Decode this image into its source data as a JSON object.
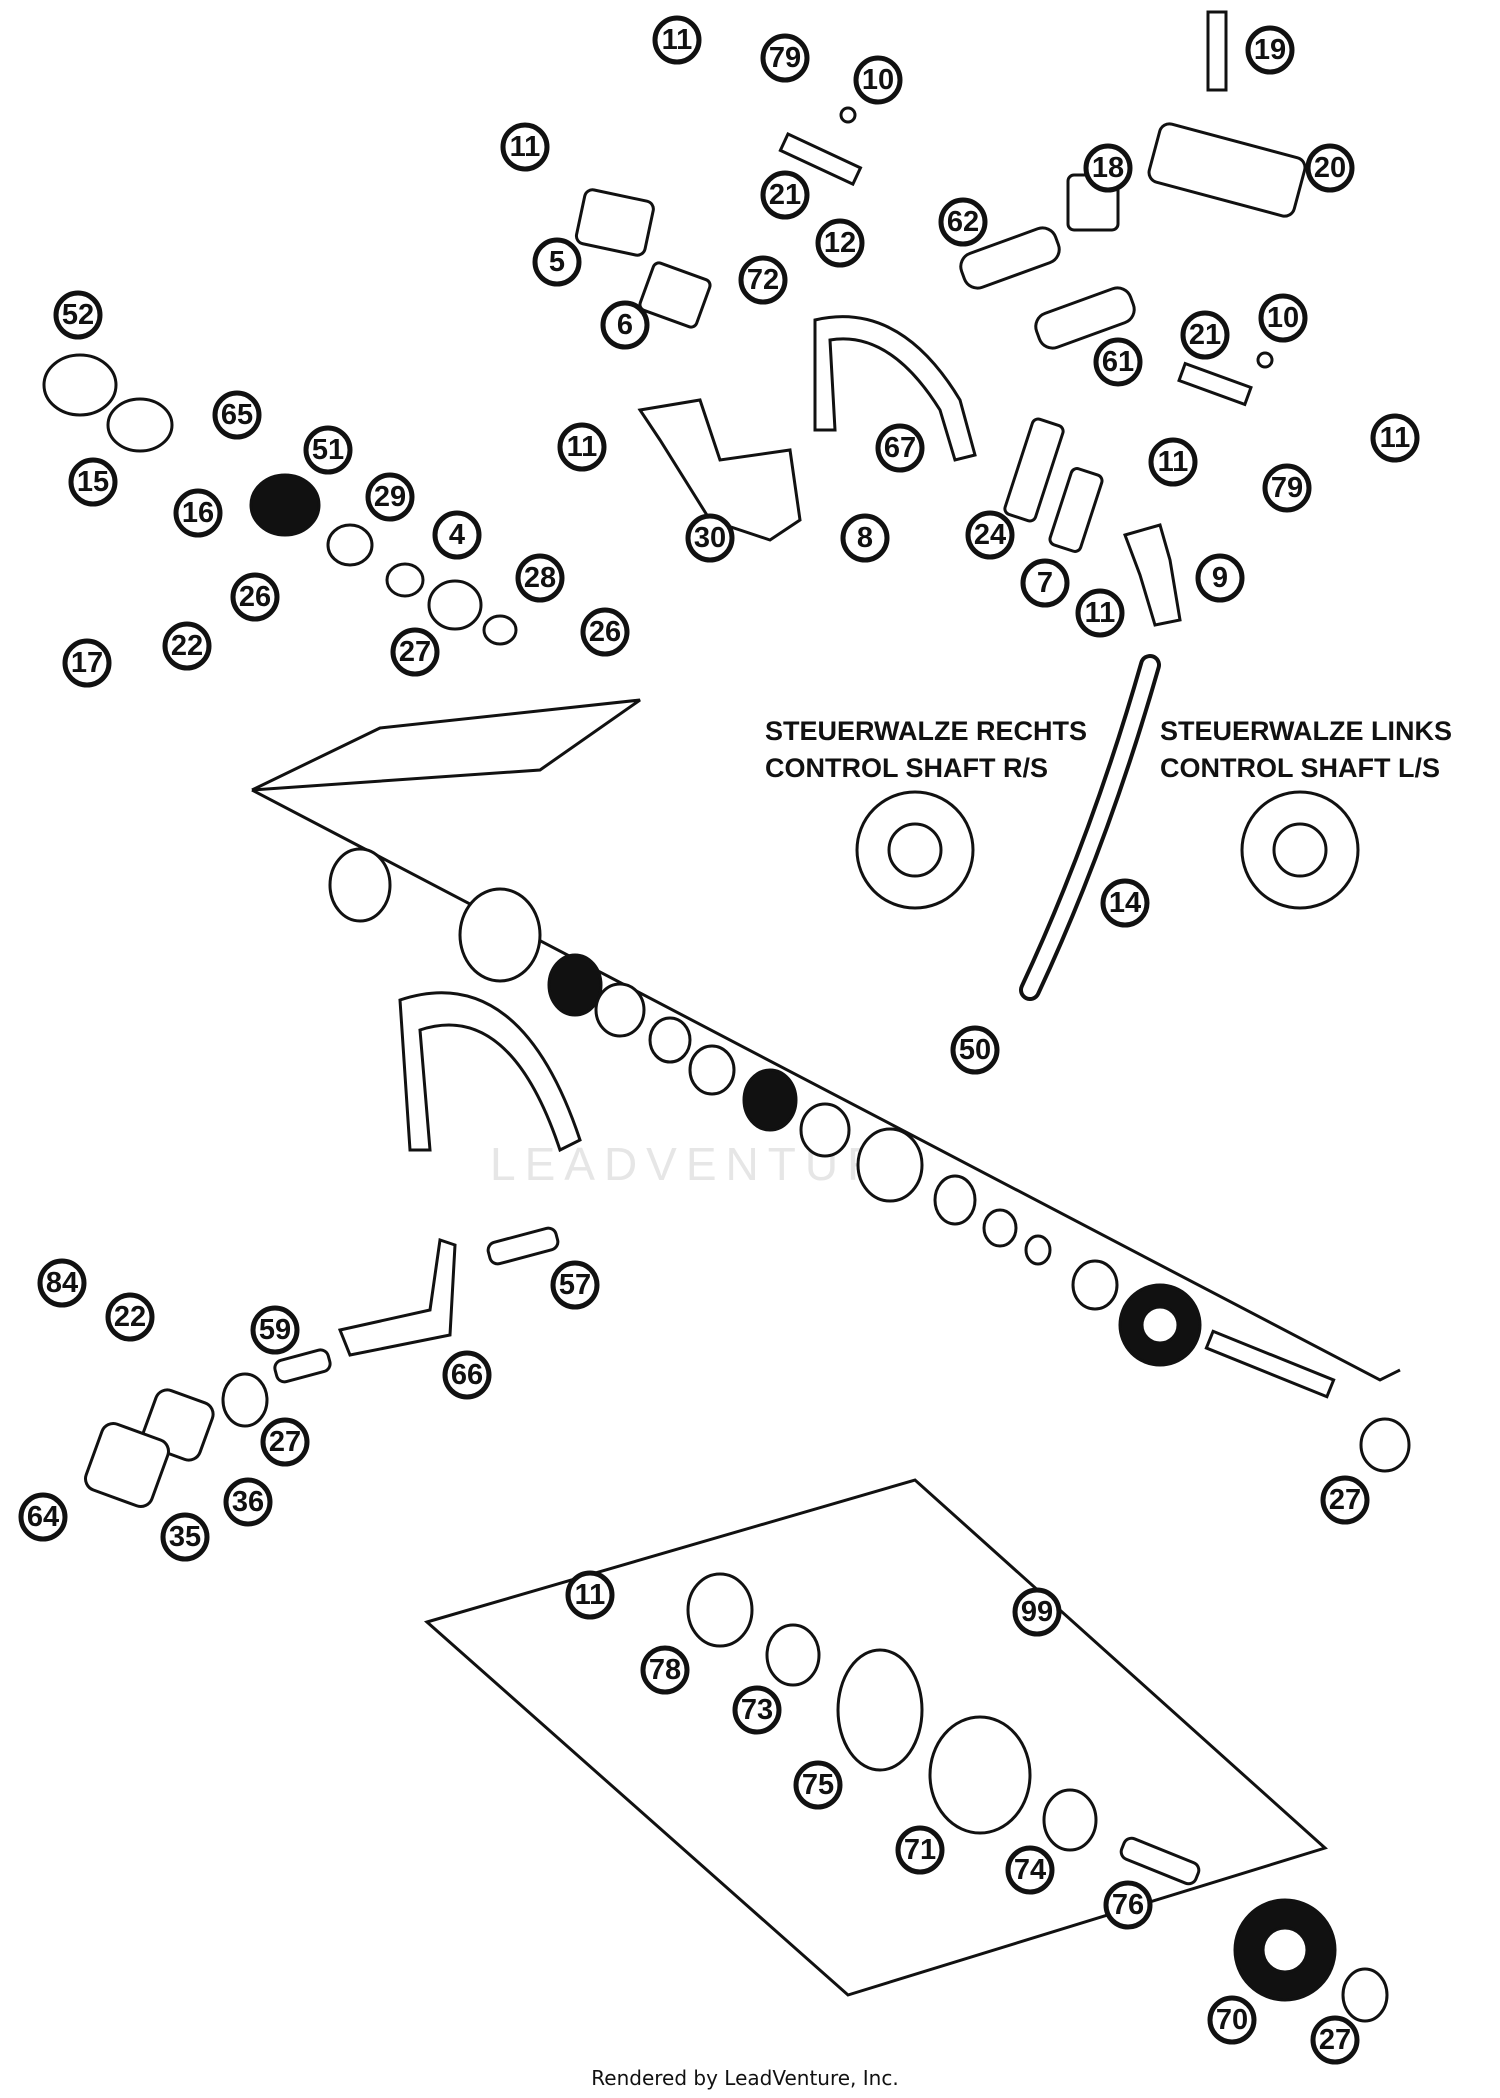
{
  "diagram": {
    "callouts": [
      "11",
      "79",
      "10",
      "19",
      "20",
      "11",
      "21",
      "18",
      "5",
      "62",
      "12",
      "72",
      "6",
      "61",
      "21",
      "10",
      "52",
      "65",
      "51",
      "15",
      "16",
      "29",
      "4",
      "11",
      "67",
      "11",
      "79",
      "11",
      "30",
      "8",
      "24",
      "28",
      "26",
      "7",
      "9",
      "22",
      "17",
      "27",
      "26",
      "11",
      "14",
      "50",
      "57",
      "84",
      "22",
      "59",
      "66",
      "27",
      "36",
      "64",
      "35",
      "27",
      "99",
      "11",
      "78",
      "73",
      "75",
      "71",
      "74",
      "76",
      "70",
      "27"
    ],
    "labels": {
      "right_shaft_de": "STEUERWALZE RECHTS",
      "right_shaft_en": "CONTROL SHAFT R/S",
      "left_shaft_de": "STEUERWALZE LINKS",
      "left_shaft_en": "CONTROL SHAFT L/S"
    },
    "watermark": "LEADVENTURE",
    "credit": "Rendered by LeadVenture, Inc."
  },
  "colors": {
    "ink": "#111111",
    "paper": "#ffffff",
    "watermark": "#e6e6e6"
  }
}
